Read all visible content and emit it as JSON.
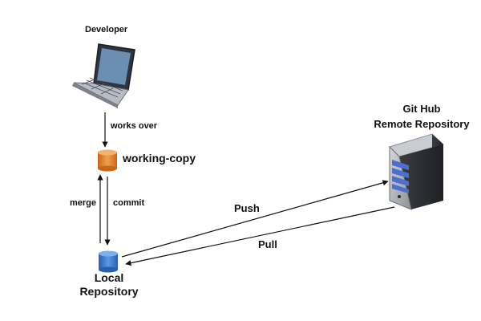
{
  "nodes": {
    "developer": {
      "label": "Developer",
      "icon": "laptop-icon"
    },
    "working_copy": {
      "label": "working-copy",
      "icon": "database-icon",
      "color": "#e0832f"
    },
    "local_repository": {
      "label_line1": "Local",
      "label_line2": "Repository",
      "icon": "database-icon",
      "color": "#3a7bd5"
    },
    "remote_repository": {
      "label_line1": "Git Hub",
      "label_line2": "Remote Repository",
      "icon": "server-icon",
      "accent": "#4a6fd0"
    }
  },
  "edges": {
    "works_over": "works over",
    "merge": "merge",
    "commit": "commit",
    "push": "Push",
    "pull": "Pull"
  }
}
